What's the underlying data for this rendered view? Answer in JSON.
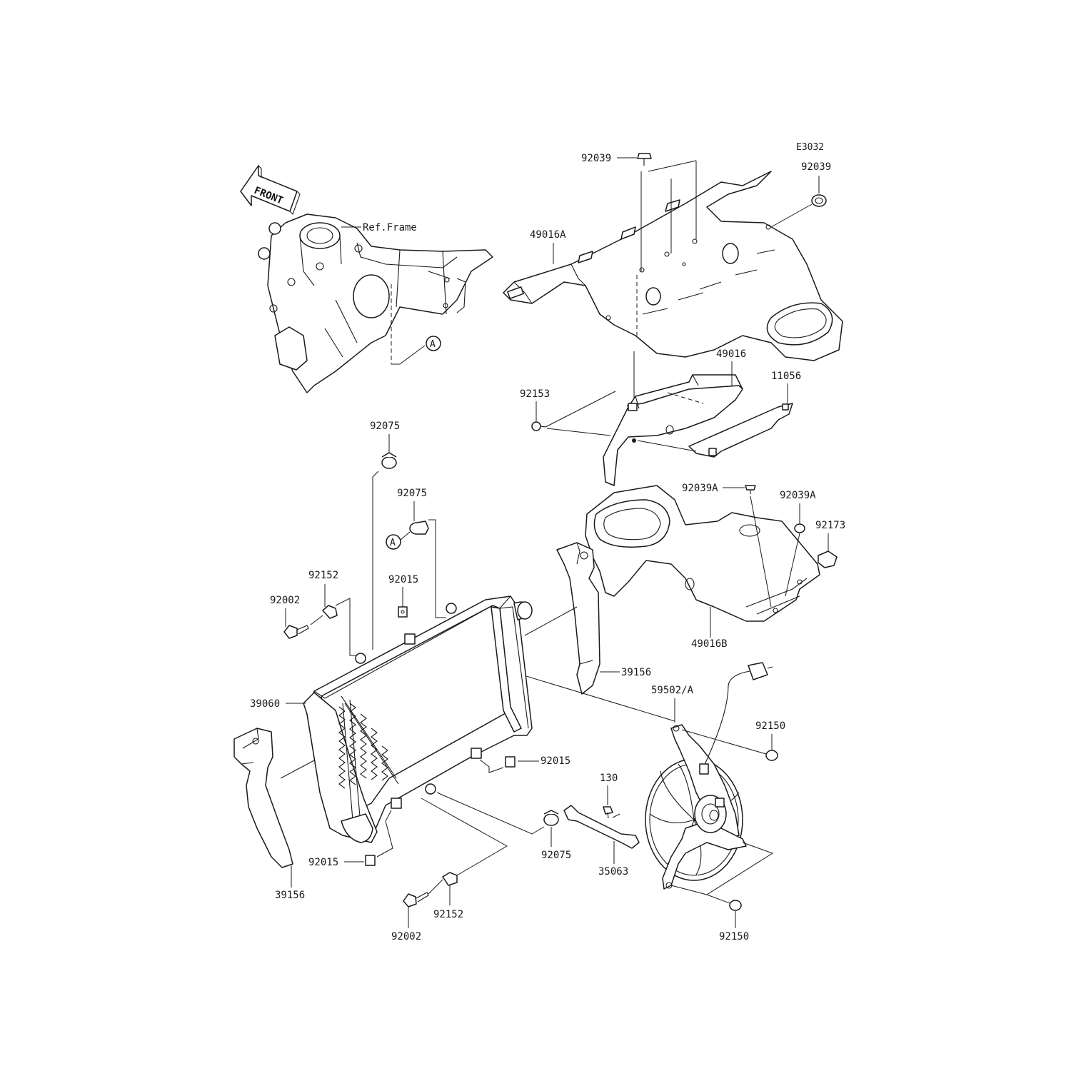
{
  "diagram_code": "E3032",
  "front_label": "FRONT",
  "ref_frame_label": "Ref.Frame",
  "marker_a": "A",
  "labels": {
    "p92039_top": "92039",
    "p92039_right": "92039",
    "p49016A": "49016A",
    "p49016": "49016",
    "p11056": "11056",
    "p92153": "92153",
    "p92075_upper": "92075",
    "p92075_mid": "92075",
    "p92039A_left": "92039A",
    "p92039A_right": "92039A",
    "p92173": "92173",
    "p92152_upper": "92152",
    "p92015_upper": "92015",
    "p92002_upper": "92002",
    "p39156_right": "39156",
    "p49016B": "49016B",
    "p59502A": "59502/A",
    "p39060": "39060",
    "p92150_upper": "92150",
    "p92015_mid": "92015",
    "p130": "130",
    "p92075_lower": "92075",
    "p35063": "35063",
    "p92015_lower": "92015",
    "p39156_left": "39156",
    "p92152_lower": "92152",
    "p92002_lower": "92002",
    "p92150_lower": "92150"
  }
}
